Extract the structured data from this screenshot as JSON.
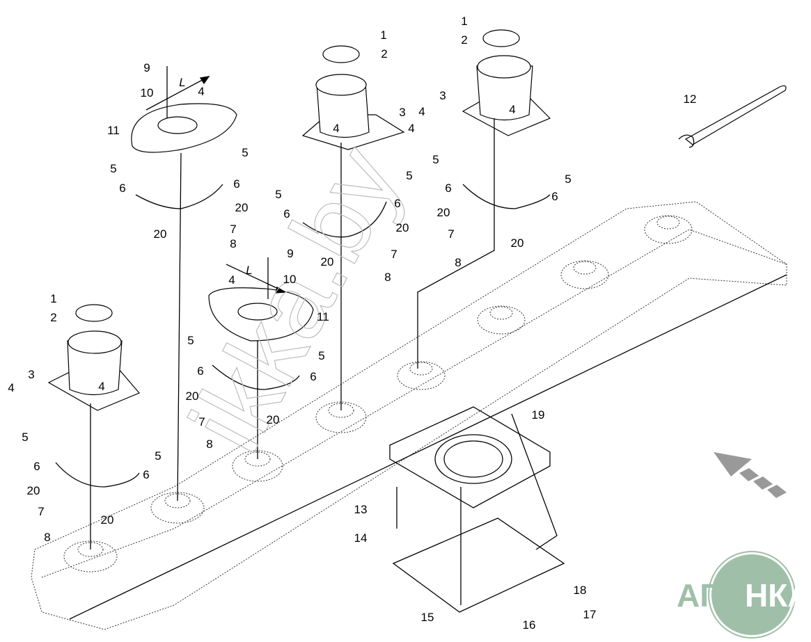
{
  "diagram": {
    "callouts": [
      "1",
      "2",
      "3",
      "4",
      "5",
      "6",
      "7",
      "8",
      "9",
      "10",
      "11",
      "12",
      "13",
      "14",
      "15",
      "16",
      "17",
      "18",
      "19",
      "20"
    ],
    "dimension_label": "L",
    "watermark": "ikka.by",
    "logo": {
      "left": "АГРО",
      "right": "НКА"
    },
    "colors": {
      "line": "#000000",
      "logo": "#9fbfa9",
      "watermark": "#bbbbbb"
    }
  }
}
